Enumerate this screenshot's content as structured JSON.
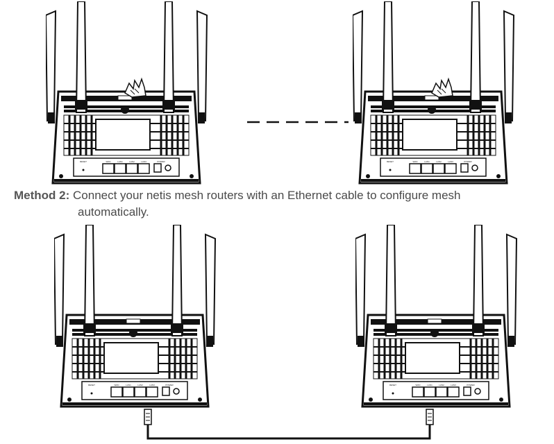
{
  "method2": {
    "label": "Method 2:",
    "line1": "Connect your netis mesh routers with an Ethernet cable to configure mesh",
    "line2": "automatically."
  },
  "routers": {
    "port_labels": [
      "WAN",
      "LAN1",
      "LAN2",
      "LAN3"
    ],
    "reset_label": "RESET",
    "power_label": "POWER"
  }
}
